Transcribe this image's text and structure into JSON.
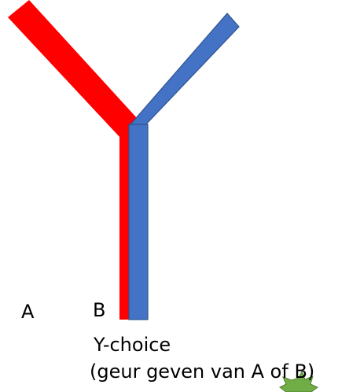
{
  "labels": {
    "a": "A",
    "b": "B",
    "title": "Y-choice",
    "subtitle": "(geur geven van A of B)"
  },
  "colors": {
    "arm_a": "#ff0000",
    "arm_b": "#4472c4",
    "arm_b_border": "#2f528f",
    "marker": "#70ad47",
    "marker_border": "#507e32",
    "text": "#000000",
    "background": "#ffffff"
  },
  "icons": {
    "marker": "green-starburst-icon"
  }
}
